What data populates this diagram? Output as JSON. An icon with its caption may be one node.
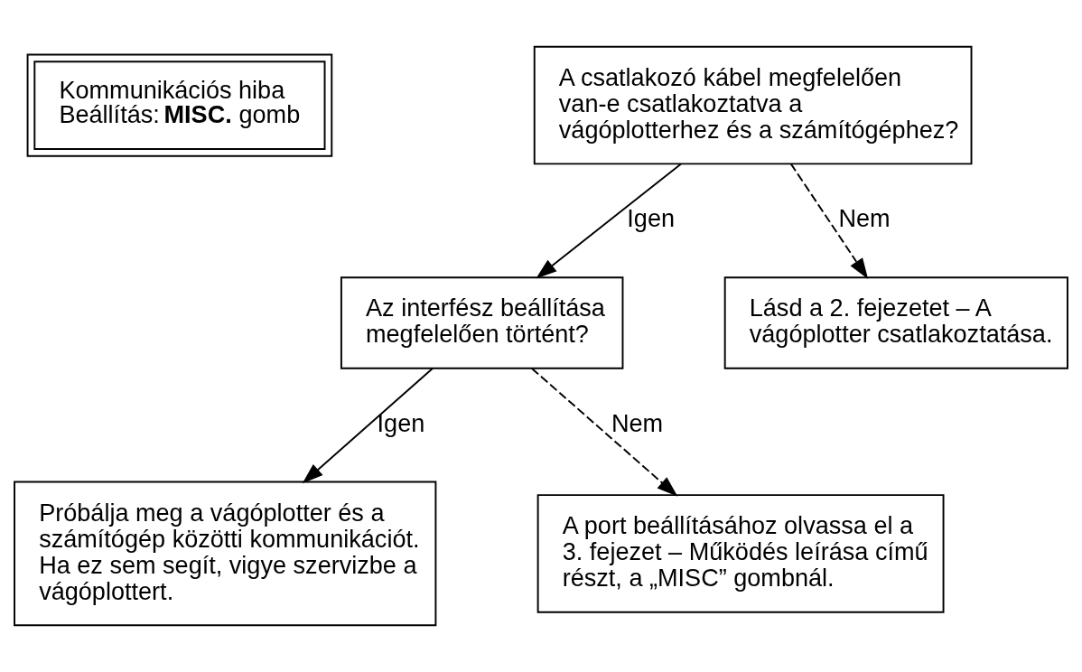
{
  "diagram": {
    "nodes": [
      {
        "text": [
          "Kommunikációs hiba",
          "Beállítás: **MISC.** gomb"
        ]
      },
      {
        "text": [
          "A csatlakozó kábel megfelelően van-e csatlakoztatva a vágóplotterhez és a számítógéphez?"
        ]
      },
      {
        "text": [
          "Az interfész beállítása megfelelően történt?"
        ]
      },
      {
        "text": [
          "Lásd a 2. fejezetet – A vágóplotter csatlakoztatása."
        ]
      },
      {
        "text": [
          "Próbálja meg a vágóplotter és a számítógép közötti kommunikációt. Ha ez sem segít, vigye szervizbe a vágóplottert."
        ]
      },
      {
        "text": [
          "A port beállításához olvassa el a 3. fejezet – Működés leírása című részt, a „MISC” gombnál."
        ]
      }
    ],
    "edges": [
      {
        "from": 1,
        "to": 2,
        "arrow": "to",
        "label": "Igen"
      },
      {
        "from": 1,
        "to": 3,
        "arrow": "to",
        "label": "Nem",
        "style": "dashed"
      },
      {
        "from": 2,
        "to": 4,
        "arrow": "to",
        "label": "Igen"
      },
      {
        "from": 2,
        "to": 5,
        "arrow": "to",
        "label": "Nem",
        "style": "dashed"
      }
    ]
  }
}
